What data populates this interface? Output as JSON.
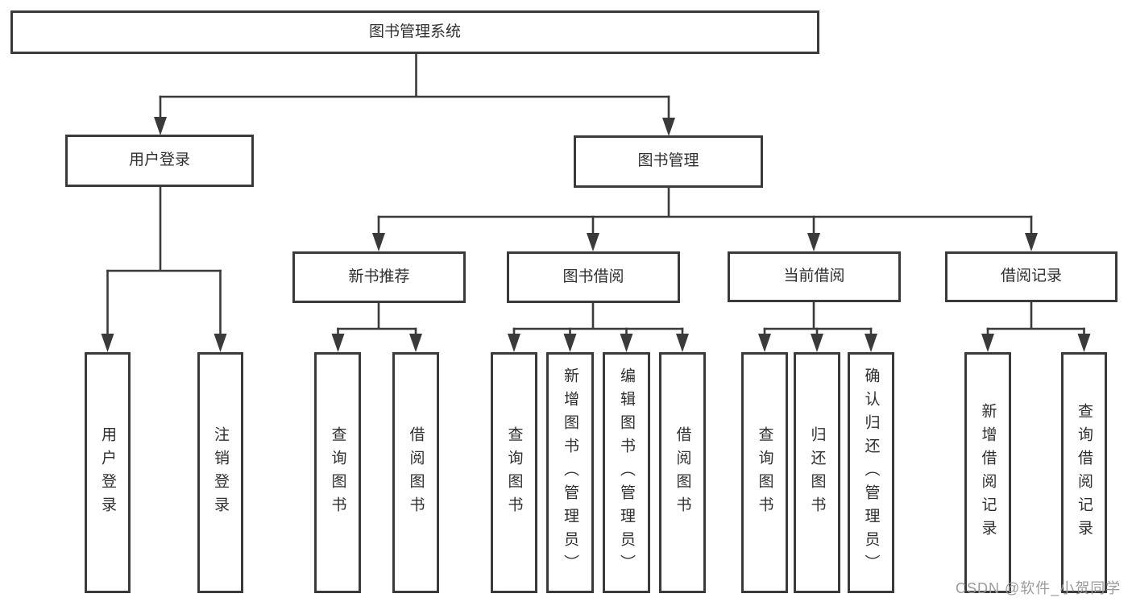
{
  "diagram": {
    "title": "图书管理系统",
    "nodes": {
      "user_login": "用户登录",
      "book_management": "图书管理",
      "new_book_recommend": "新书推荐",
      "book_borrow": "图书借阅",
      "current_borrow": "当前借阅",
      "borrow_records": "借阅记录"
    },
    "leaves": {
      "login_1": "用户登录",
      "login_2": "注销登录",
      "recommend_1": "查询图书",
      "recommend_2": "借阅图书",
      "borrow_1": "查询图书",
      "borrow_2": "新增图书（管理员）",
      "borrow_3": "编辑图书（管理员）",
      "borrow_4": "借阅图书",
      "current_1": "查询图书",
      "current_2": "归还图书",
      "current_3": "确认归还（管理员）",
      "records_1": "新增借阅记录",
      "records_2": "查询借阅记录"
    }
  },
  "watermark": {
    "text": "CSDN @软件_小贺同学"
  },
  "colors": {
    "line": "#3a3a3a",
    "text": "#2f2f2f",
    "watermark": "#9b9b9b",
    "background": "#ffffff"
  }
}
